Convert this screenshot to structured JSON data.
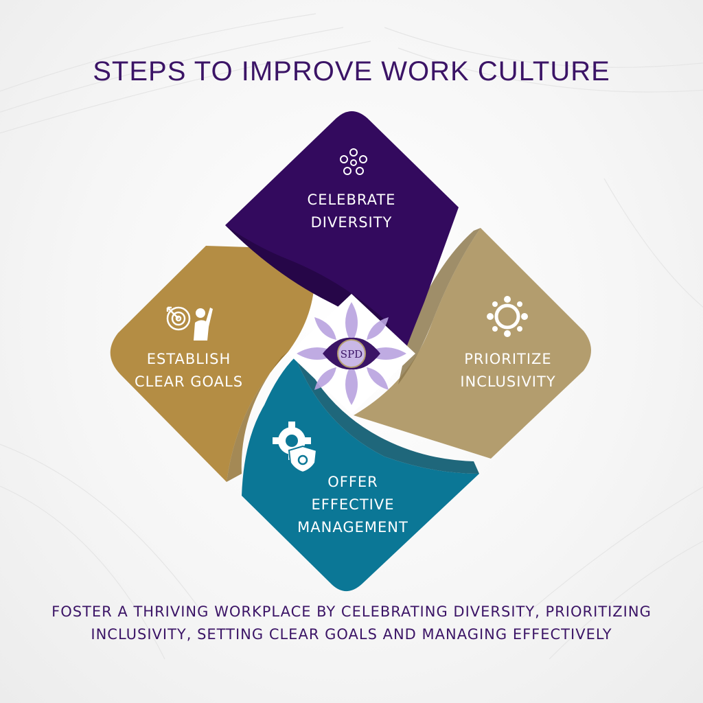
{
  "title": "STEPS TO IMPROVE WORK CULTURE",
  "steps": [
    {
      "line1": "CELEBRATE",
      "line2": "DIVERSITY",
      "icon": "flower-people-icon",
      "color": "#330a5e"
    },
    {
      "line1": "PRIORITIZE",
      "line2": "INCLUSIVITY",
      "icon": "team-circle-icon",
      "color": "#b39d6e"
    },
    {
      "line1": "OFFER",
      "line2": "EFFECTIVE",
      "line3": "MANAGEMENT",
      "icon": "gear-shield-icon",
      "color": "#0b7796"
    },
    {
      "line1": "ESTABLISH",
      "line2": "CLEAR GOALS",
      "icon": "target-person-icon",
      "color": "#b48d44"
    }
  ],
  "center_logo": {
    "text": "SPD",
    "icon": "lotus-logo-icon"
  },
  "footer": {
    "line1": "FOSTER A THRIVING WORKPLACE BY CELEBRATING DIVERSITY, PRIORITIZING",
    "line2": "INCLUSIVITY, SETTING CLEAR GOALS AND MANAGING EFFECTIVELY"
  }
}
